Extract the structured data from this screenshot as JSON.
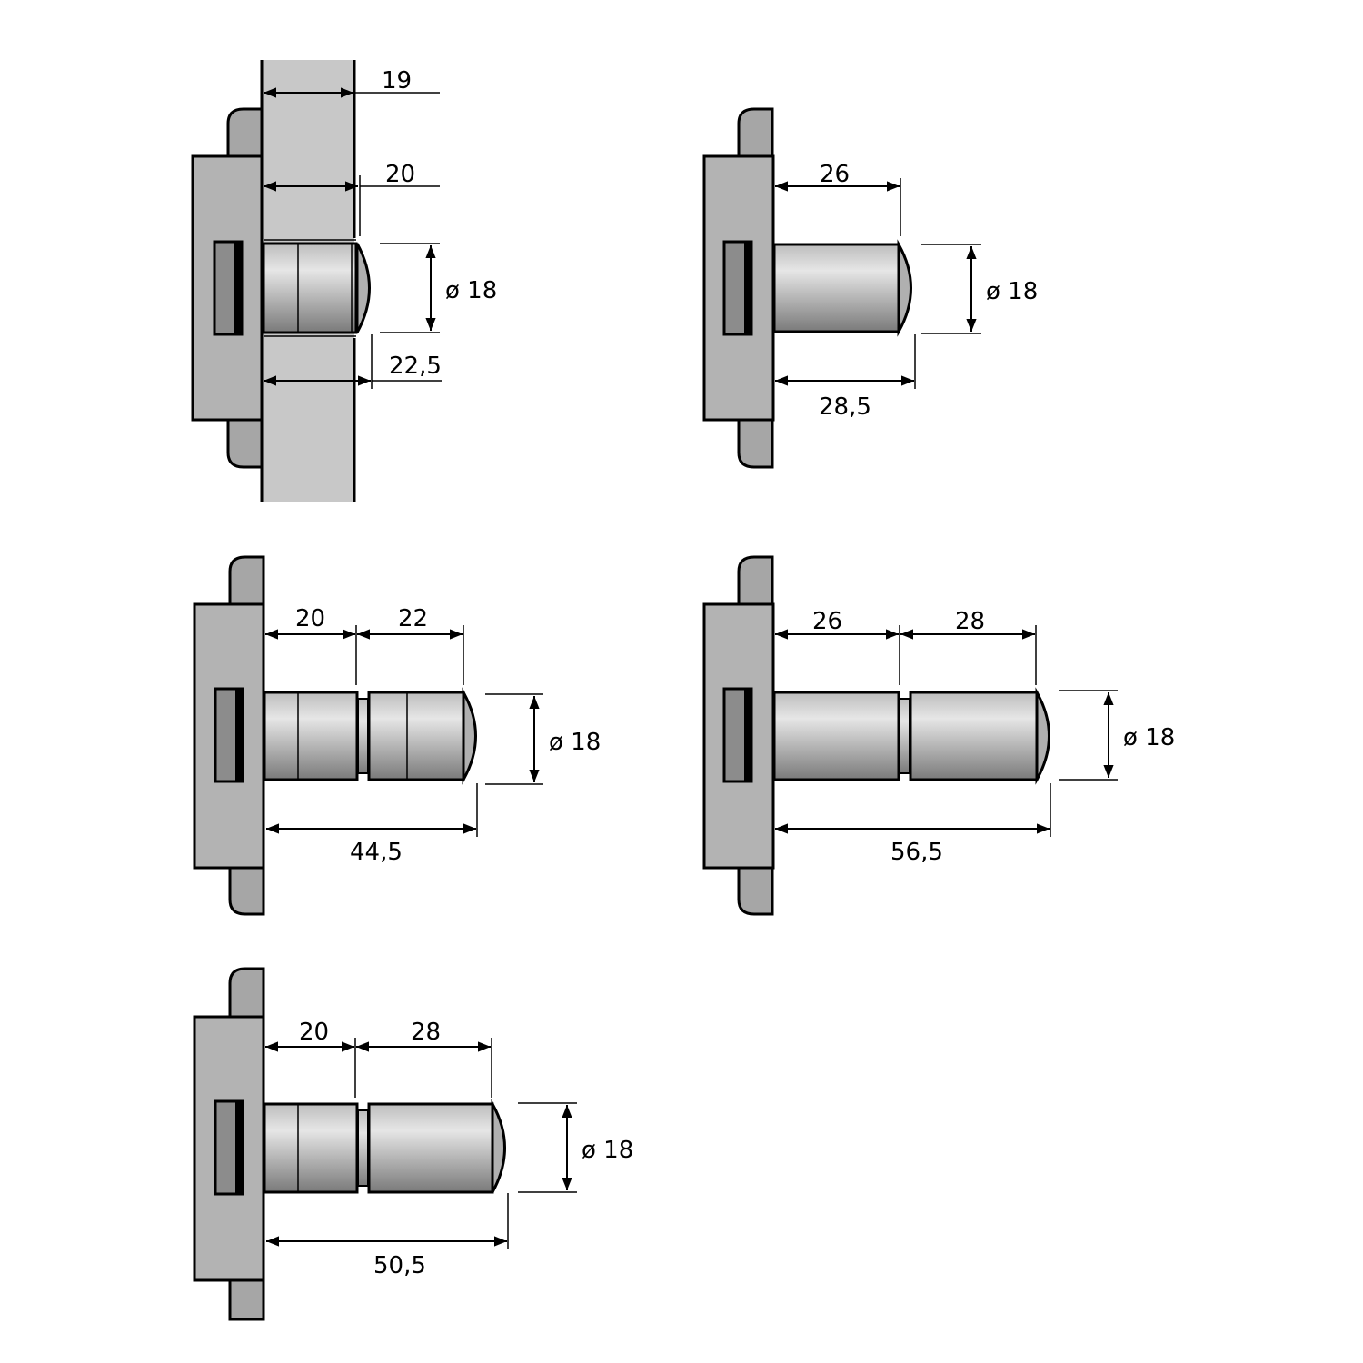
{
  "colors": {
    "plate": "#b3b3b3",
    "flange": "#a6a6a6",
    "panel": "#c8c8c8",
    "slot": "#8c8c8c",
    "stroke": "#000000",
    "background": "#ffffff"
  },
  "drawings": [
    {
      "id": "a",
      "mounted_in_panel": true,
      "dimensions": {
        "panel_thickness": "19",
        "segment1": "20",
        "diameter": "ø 18",
        "total": "22,5"
      }
    },
    {
      "id": "b",
      "mounted_in_panel": false,
      "dimensions": {
        "segment1": "26",
        "diameter": "ø 18",
        "total": "28,5"
      }
    },
    {
      "id": "c",
      "mounted_in_panel": false,
      "dimensions": {
        "segment1": "20",
        "segment2": "22",
        "diameter": "ø 18",
        "total": "44,5"
      }
    },
    {
      "id": "d",
      "mounted_in_panel": false,
      "dimensions": {
        "segment1": "26",
        "segment2": "28",
        "diameter": "ø 18",
        "total": "56,5"
      }
    },
    {
      "id": "e",
      "mounted_in_panel": false,
      "dimensions": {
        "segment1": "20",
        "segment2": "28",
        "diameter": "ø 18",
        "total": "50,5"
      }
    }
  ]
}
